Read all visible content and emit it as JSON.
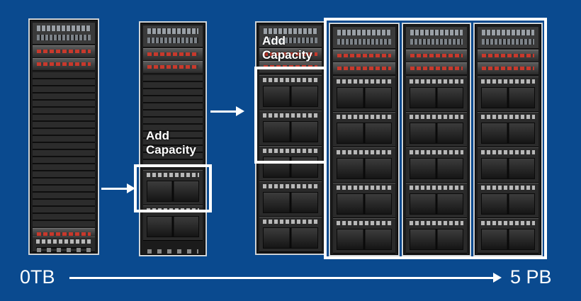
{
  "diagram": {
    "step_labels": [
      "Add Capacity",
      "Add Capacity"
    ],
    "scale": {
      "start_label": "0TB",
      "end_label": "5 PB"
    }
  },
  "colors": {
    "background": "#0a4a8f",
    "highlight": "#ffffff",
    "text": "#ffffff"
  }
}
